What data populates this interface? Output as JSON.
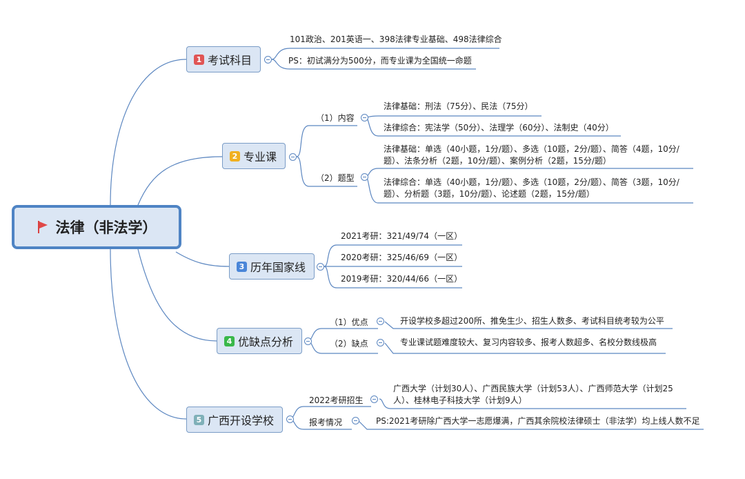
{
  "root": {
    "label": "法律（非法学）",
    "icon": "red-flag-icon",
    "accent": "#4f84c4"
  },
  "topics": [
    {
      "badge": "1",
      "label": "考试科目",
      "badge_color": "#e05555"
    },
    {
      "badge": "2",
      "label": "专业课",
      "badge_color": "#f0b020"
    },
    {
      "badge": "3",
      "label": "历年国家线",
      "badge_color": "#4a86d8"
    },
    {
      "badge": "4",
      "label": "优缺点分析",
      "badge_color": "#3ab84a"
    },
    {
      "badge": "5",
      "label": "广西开设学校",
      "badge_color": "#7fb0b8"
    }
  ],
  "exam": {
    "subjects": "101政治、201英语一、398法律专业基础、498法律综合",
    "ps": "PS：初试满分为500分，而专业课为全国统一命题"
  },
  "major": {
    "content_label": "（1）内容",
    "content": [
      "法律基础：刑法（75分）、民法（75分）",
      "法律综合：宪法学（50分）、法理学（60分）、法制史（40分）"
    ],
    "types_label": "（2）题型",
    "types": [
      "法律基础：单选（40小题，1分/题）、多选（10题，2分/题）、简答（4题，10分/题）、法条分析（2题，10分/题）、案例分析（2题，15分/题）",
      "法律综合：单选（40小题，1分/题）、多选（10题，2分/题）、简答（3题，10分/题）、分析题（3题，10分/题）、论述题（2题，15分/题）"
    ]
  },
  "lines": [
    "2021考研：321/49/74（一区）",
    "2020考研：325/46/69（一区）",
    "2019考研：320/44/66（一区）"
  ],
  "analysis": {
    "pros_label": "（1）优点",
    "pros": "开设学校多超过200所、推免生少、招生人数多、考试科目统考较为公平",
    "cons_label": "（2）缺点",
    "cons": "专业课试题难度较大、复习内容较多、报考人数超多、名校分数线极高"
  },
  "guangxi": {
    "enroll_label": "2022考研招生",
    "enroll": "广西大学（计划30人）、广西民族大学（计划53人）、广西师范大学（计划25人）、桂林电子科技大学（计划9人）",
    "status_label": "报考情况",
    "status": "PS:2021考研除广西大学一志愿爆满，广西其余院校法律硕士（非法学）均上线人数不足"
  }
}
